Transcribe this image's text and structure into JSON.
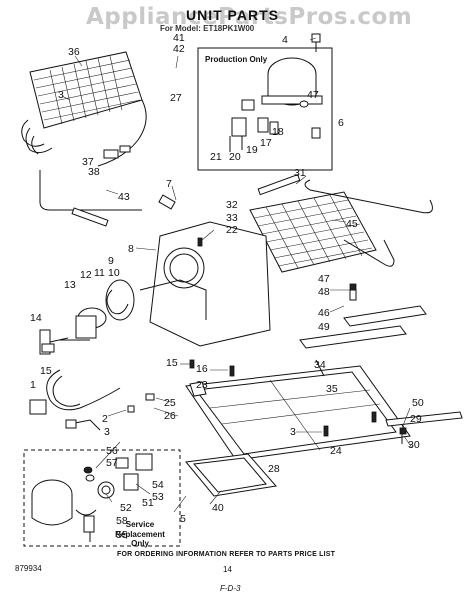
{
  "watermark": "AppliancePartsPros.com",
  "title": "UNIT PARTS",
  "model": "For Model: ET18PK1W00",
  "production_box_label": "Production Only",
  "service_box_label": "Service Replacement Only",
  "footer_note": "FOR ORDERING INFORMATION REFER TO PARTS PRICE LIST",
  "page_number": "14",
  "document_number": "879934",
  "sheet_code": "F-D-3",
  "callouts": {
    "c1": "1",
    "c2": "2",
    "c3": "3",
    "c3b": "3",
    "c3c": "3",
    "c4": "4",
    "c5": "5",
    "c6": "6",
    "c7": "7",
    "c8": "8",
    "c9": "9",
    "c10": "10",
    "c11": "11",
    "c12": "12",
    "c13": "13",
    "c14": "14",
    "c15": "15",
    "c15b": "15",
    "c16": "16",
    "c17": "17",
    "c18": "18",
    "c19": "19",
    "c20": "20",
    "c21": "21",
    "c22": "22",
    "c23": "23",
    "c24": "24",
    "c25": "25",
    "c26": "26",
    "c27": "27",
    "c28": "28",
    "c29": "29",
    "c30": "30",
    "c31": "31",
    "c32": "32",
    "c33": "33",
    "c34": "34",
    "c35": "35",
    "c36": "36",
    "c37": "37",
    "c38": "38",
    "c40": "40",
    "c41": "41",
    "c42": "42",
    "c43": "43",
    "c45": "45",
    "c46": "46",
    "c47": "47",
    "c48": "48",
    "c49": "49",
    "c50": "50",
    "c51": "51",
    "c52": "52",
    "c53": "53",
    "c54": "54",
    "c55": "55",
    "c56": "56",
    "c57": "57",
    "c58": "58"
  }
}
